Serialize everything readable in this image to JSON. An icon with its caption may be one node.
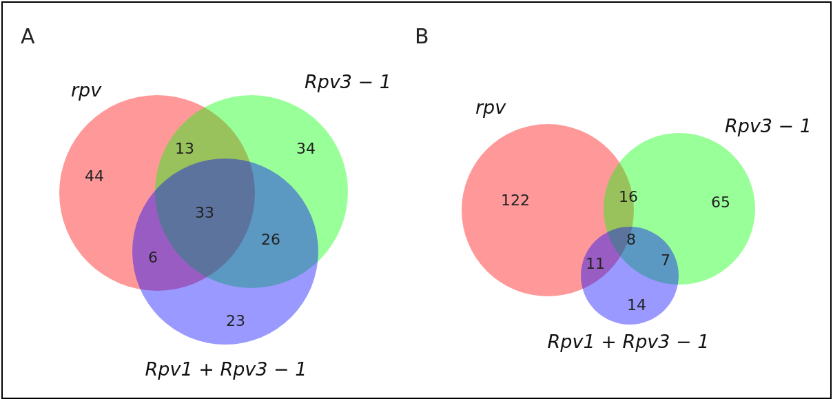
{
  "diagram": {
    "nodes": [
      {
        "text": [],
        "shape": "circle",
        "beside": [
          "rpv"
        ]
      },
      {
        "text": [],
        "shape": "circle",
        "beside": [
          "Rpv3 − 1"
        ]
      },
      {
        "text": [],
        "shape": "circle",
        "beside": [
          "Rpv1 + Rpv3 − 1"
        ]
      },
      {
        "text": [],
        "shape": "circle",
        "beside": [
          "rpv"
        ]
      },
      {
        "text": [],
        "shape": "circle",
        "beside": [
          "Rpv3 − 1"
        ]
      },
      {
        "text": [],
        "shape": "circle",
        "beside": [
          "Rpv1 + Rpv3 − 1"
        ]
      }
    ],
    "labels": [
      "A",
      "44",
      "13",
      "34",
      "33",
      "6",
      "26",
      "23",
      "B",
      "122",
      "16",
      "65",
      "8",
      "11",
      "7",
      "14"
    ]
  }
}
